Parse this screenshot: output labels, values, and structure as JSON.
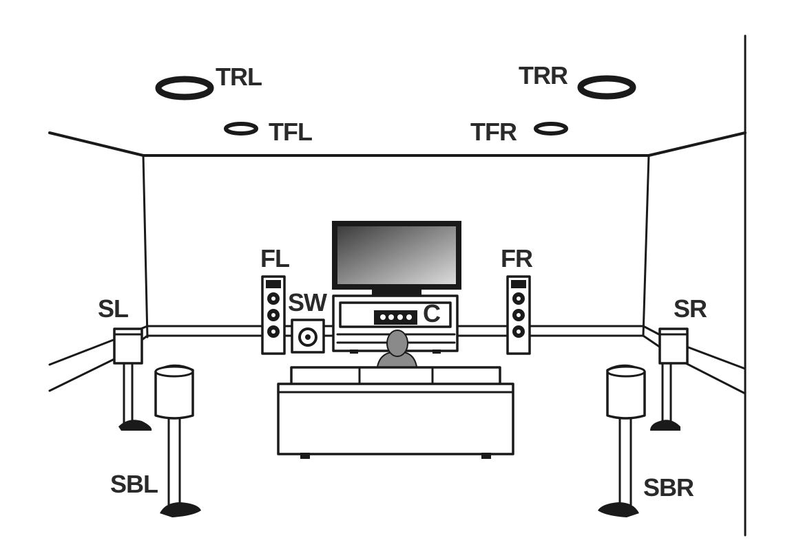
{
  "labels": {
    "trl": "TRL",
    "trr": "TRR",
    "tfl": "TFL",
    "tfr": "TFR",
    "fl": "FL",
    "fr": "FR",
    "sw": "SW",
    "c": "C",
    "sl": "SL",
    "sr": "SR",
    "sbl": "SBL",
    "sbr": "SBR"
  },
  "colors": {
    "line": "#1a1a1a",
    "label": "#2a2a2a",
    "screen_dark": "#3c3c3c",
    "screen_light": "#d8d8d8",
    "listener": "#8a8a8a"
  }
}
